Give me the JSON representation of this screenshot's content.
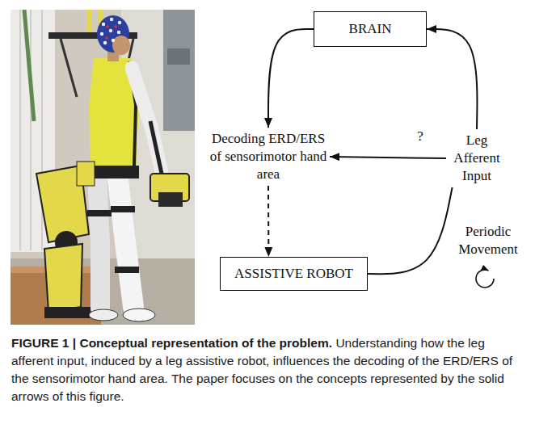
{
  "diagram": {
    "title": "FIGURE 1 | Conceptual representation of the problem.",
    "caption": "Understanding how the leg afferent input, induced by a leg assistive robot, influences the decoding of the ERD/ERS of the sensorimotor hand area. The paper focuses on the concepts represented by the solid arrows of this figure.",
    "nodes": [
      {
        "text": [
          "BRAIN"
        ]
      },
      {
        "text": [
          "Decoding ERD/ERS of sensorimotor hand area"
        ]
      },
      {
        "text": [
          "Leg Afferent Input"
        ]
      },
      {
        "text": [
          "ASSISTIVE ROBOT"
        ]
      }
    ],
    "edges": [
      {
        "from": 0,
        "to": 1,
        "arrow": "to"
      },
      {
        "from": 2,
        "to": 0,
        "arrow": "to"
      },
      {
        "from": 2,
        "to": 1,
        "arrow": "to",
        "label": "?"
      },
      {
        "from": 1,
        "to": 3,
        "arrow": "to"
      },
      {
        "from": 3,
        "to": 2,
        "arrow": "none"
      }
    ],
    "labels": [
      "Periodic Movement"
    ]
  }
}
